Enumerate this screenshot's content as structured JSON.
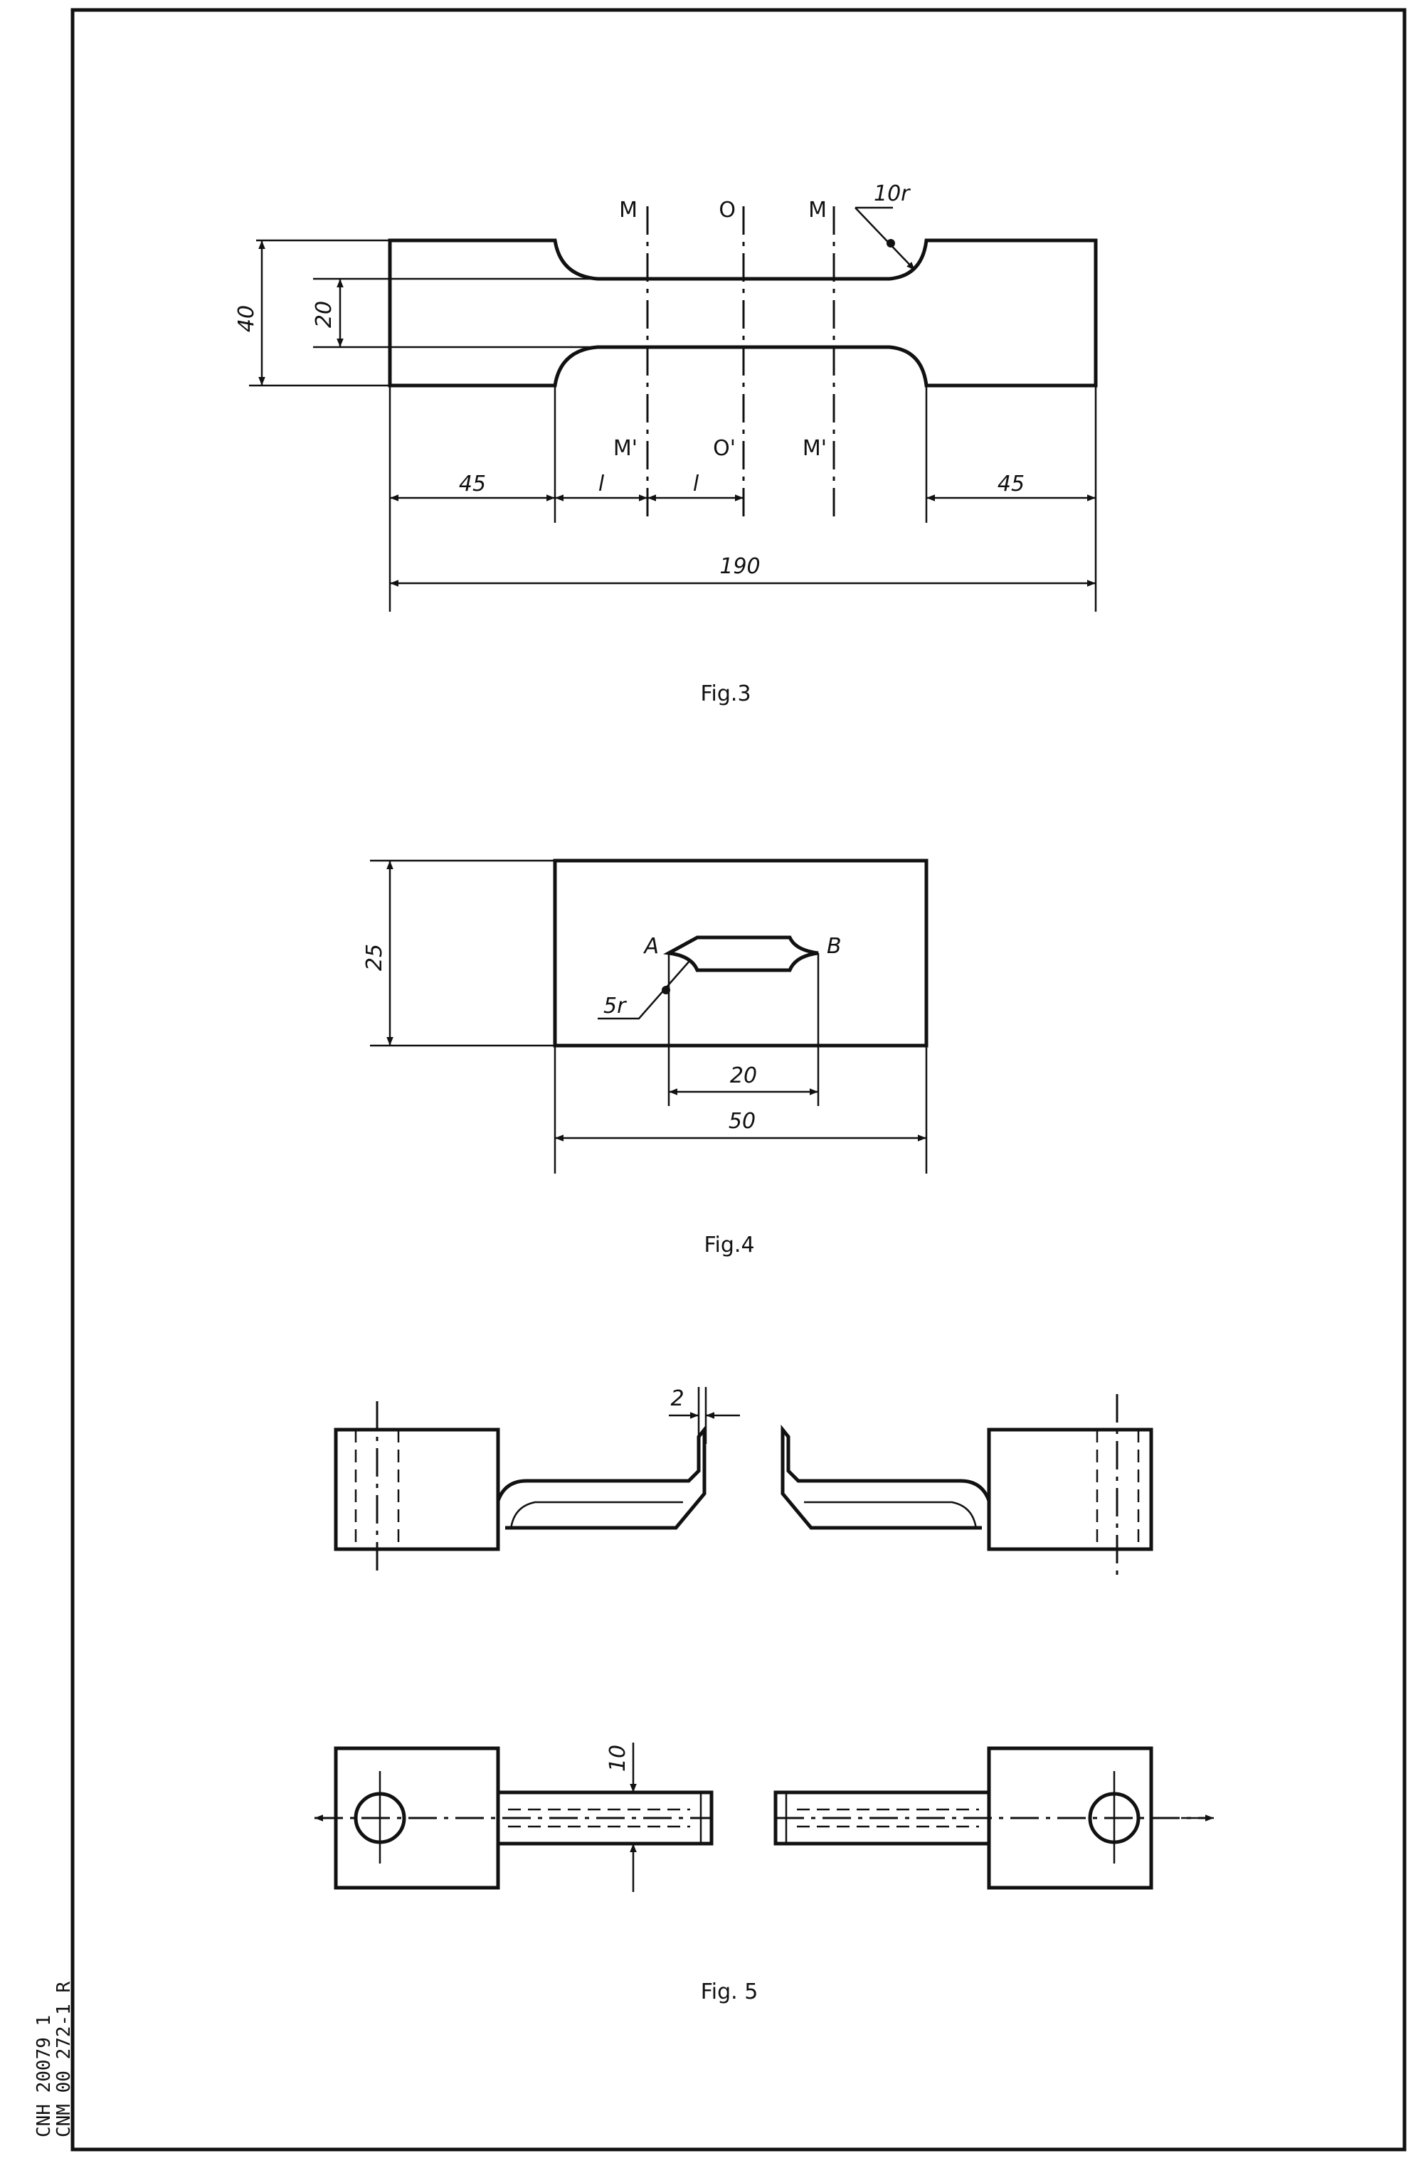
{
  "fig3": {
    "caption": "Fig.3",
    "dim_height": "40",
    "dim_neck": "20",
    "dim_left_end": "45",
    "dim_right_end": "45",
    "dim_l1": "l",
    "dim_l2": "l",
    "dim_total": "190",
    "radius": "10r",
    "label_m_top_left": "M",
    "label_o_top": "O",
    "label_m_top_right": "M",
    "label_m_bottom_left": "M'",
    "label_o_bottom": "O'",
    "label_m_bottom_right": "M'"
  },
  "fig4": {
    "caption": "Fig.4",
    "dim_height": "25",
    "dim_ab": "20",
    "dim_width": "50",
    "radius": "5r",
    "point_a": "A",
    "point_b": "B"
  },
  "fig5": {
    "caption": "Fig. 5",
    "dim_gap": "2",
    "dim_width": "10"
  },
  "stamp": {
    "line1": "CNH 20079 1",
    "line2": "CNM 00 272-1 R"
  }
}
